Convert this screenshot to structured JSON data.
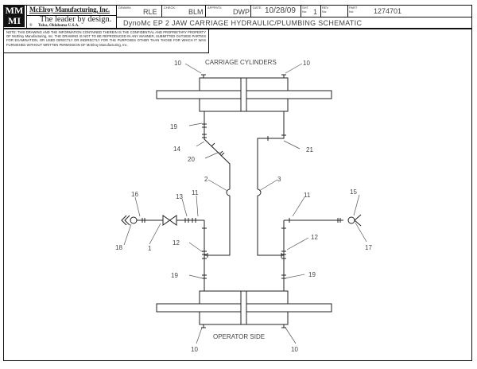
{
  "title_block": {
    "logo": "MMI",
    "company": "McElroy Manufacturing, Inc.",
    "tagline": "The leader by design.",
    "location": "Tulsa, Oklahoma U.S.A.",
    "registered": "®",
    "drawn_label": "DRAWN:",
    "drawn": "RLE",
    "check_label": "CHECK:",
    "check": "BLM",
    "apprvd_label": "APPRV'D:",
    "apprvd": "DWP",
    "date_label": "DATE:",
    "date": "10/28/09",
    "sht_label": "SHT No:",
    "sht": "1",
    "rev_label": "REV No:",
    "part_label": "PART No:",
    "part": "1274701",
    "title": "DynoMc EP 2 JAW CARRIAGE HYDRAULIC/PLUMBING SCHEMATIC"
  },
  "note": "NOTE: THIS DRAWING AND THE INFORMATION CONTAINED THEREIN IS THE CONFIDENTIAL AND PROPRIETARY PROPERTY OF McElroy Manufacturing, Inc. THE DRAWING IS NOT TO BE REPRODUCED IN ANY MANNER, SUBMITTED OUTSIDE PARTIES FOR EXAMINATION, OR USED DIRECTLY OR INDIRECTLY FOR THE PURPOSES OTHER THAN THOSE FOR WHICH IT WAS FURNISHED WITHOUT WRITTEN PERMISSION OF McElroy Manufacturing, Inc.",
  "schematic": {
    "top_label": "CARRIAGE CYLINDERS",
    "bottom_label": "OPERATOR SIDE",
    "callouts": [
      "10",
      "10",
      "19",
      "14",
      "20",
      "21",
      "2",
      "3",
      "16",
      "13",
      "11",
      "11",
      "15",
      "18",
      "1",
      "12",
      "12",
      "17",
      "19",
      "19",
      "10",
      "10"
    ]
  }
}
